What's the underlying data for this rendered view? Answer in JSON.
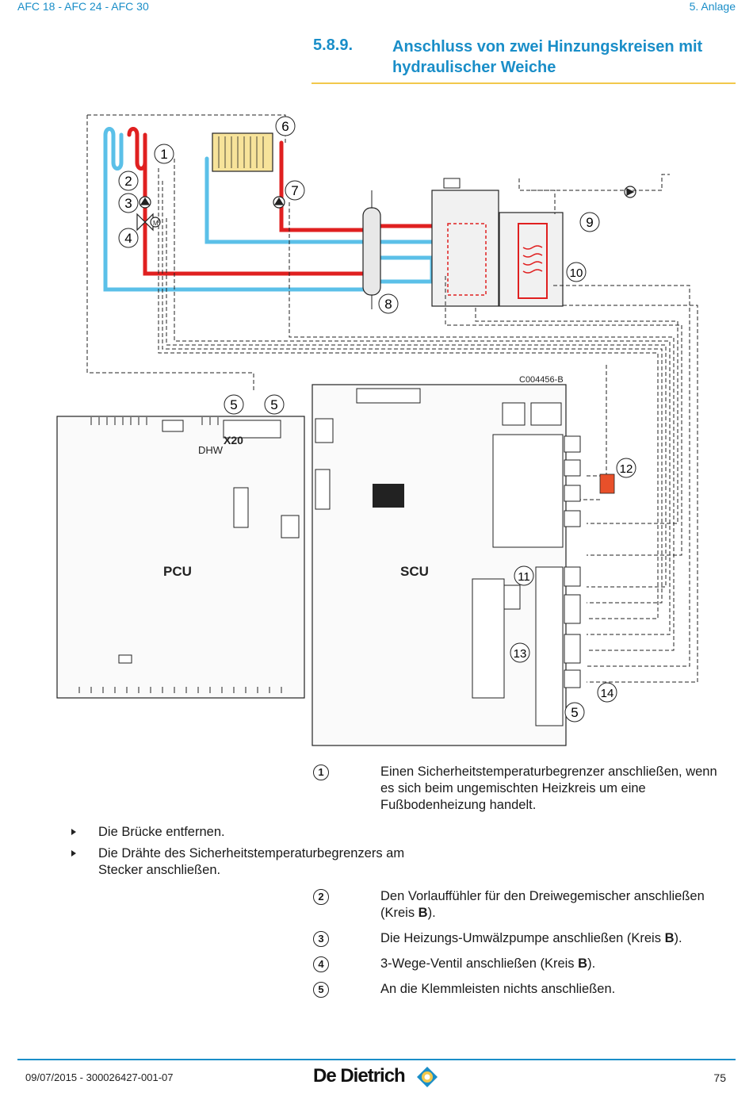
{
  "header": {
    "left": "AFC 18 - AFC 24 - AFC 30",
    "right": "5.  Anlage"
  },
  "section": {
    "number": "5.8.9.",
    "title": "Anschluss von zwei Hinzungskreisen mit hydraulischer Weiche"
  },
  "diagram": {
    "ref": "C004456-B",
    "callouts": [
      "1",
      "2",
      "3",
      "4",
      "5",
      "6",
      "7",
      "8",
      "9",
      "10",
      "11",
      "12",
      "13",
      "14"
    ],
    "board_labels": {
      "pcu": "PCU",
      "scu": "SCU",
      "x20": "X20",
      "dhw": "DHW"
    },
    "colors": {
      "flow": "#e02020",
      "return": "#5bc0e8",
      "wiring": "#222222",
      "accent": "#f2c84b"
    }
  },
  "legend": [
    {
      "num": "1",
      "text": "Einen Sicherheitstemperaturbegrenzer anschließen, wenn es sich beim ungemischten Heizkreis um eine Fußbodenheizung handelt.",
      "subitems": [
        "Die Brücke entfernen.",
        "Die Drähte des Sicherheitstemperaturbegrenzers am Stecker anschließen."
      ]
    },
    {
      "num": "2",
      "text_pre": "Den Vorlauffühler für den Dreiwegemischer anschließen (Kreis ",
      "text_bold": "B",
      "text_post": ")."
    },
    {
      "num": "3",
      "text_pre": "Die Heizungs-Umwälzpumpe anschließen (Kreis ",
      "text_bold": "B",
      "text_post": ")."
    },
    {
      "num": "4",
      "text_pre": "3-Wege-Ventil anschließen (Kreis ",
      "text_bold": "B",
      "text_post": ")."
    },
    {
      "num": "5",
      "text": "An die Klemmleisten nichts anschließen."
    }
  ],
  "footer": {
    "left": "09/07/2015 - 300026427-001-07",
    "brand": "De Dietrich",
    "page": "75"
  }
}
